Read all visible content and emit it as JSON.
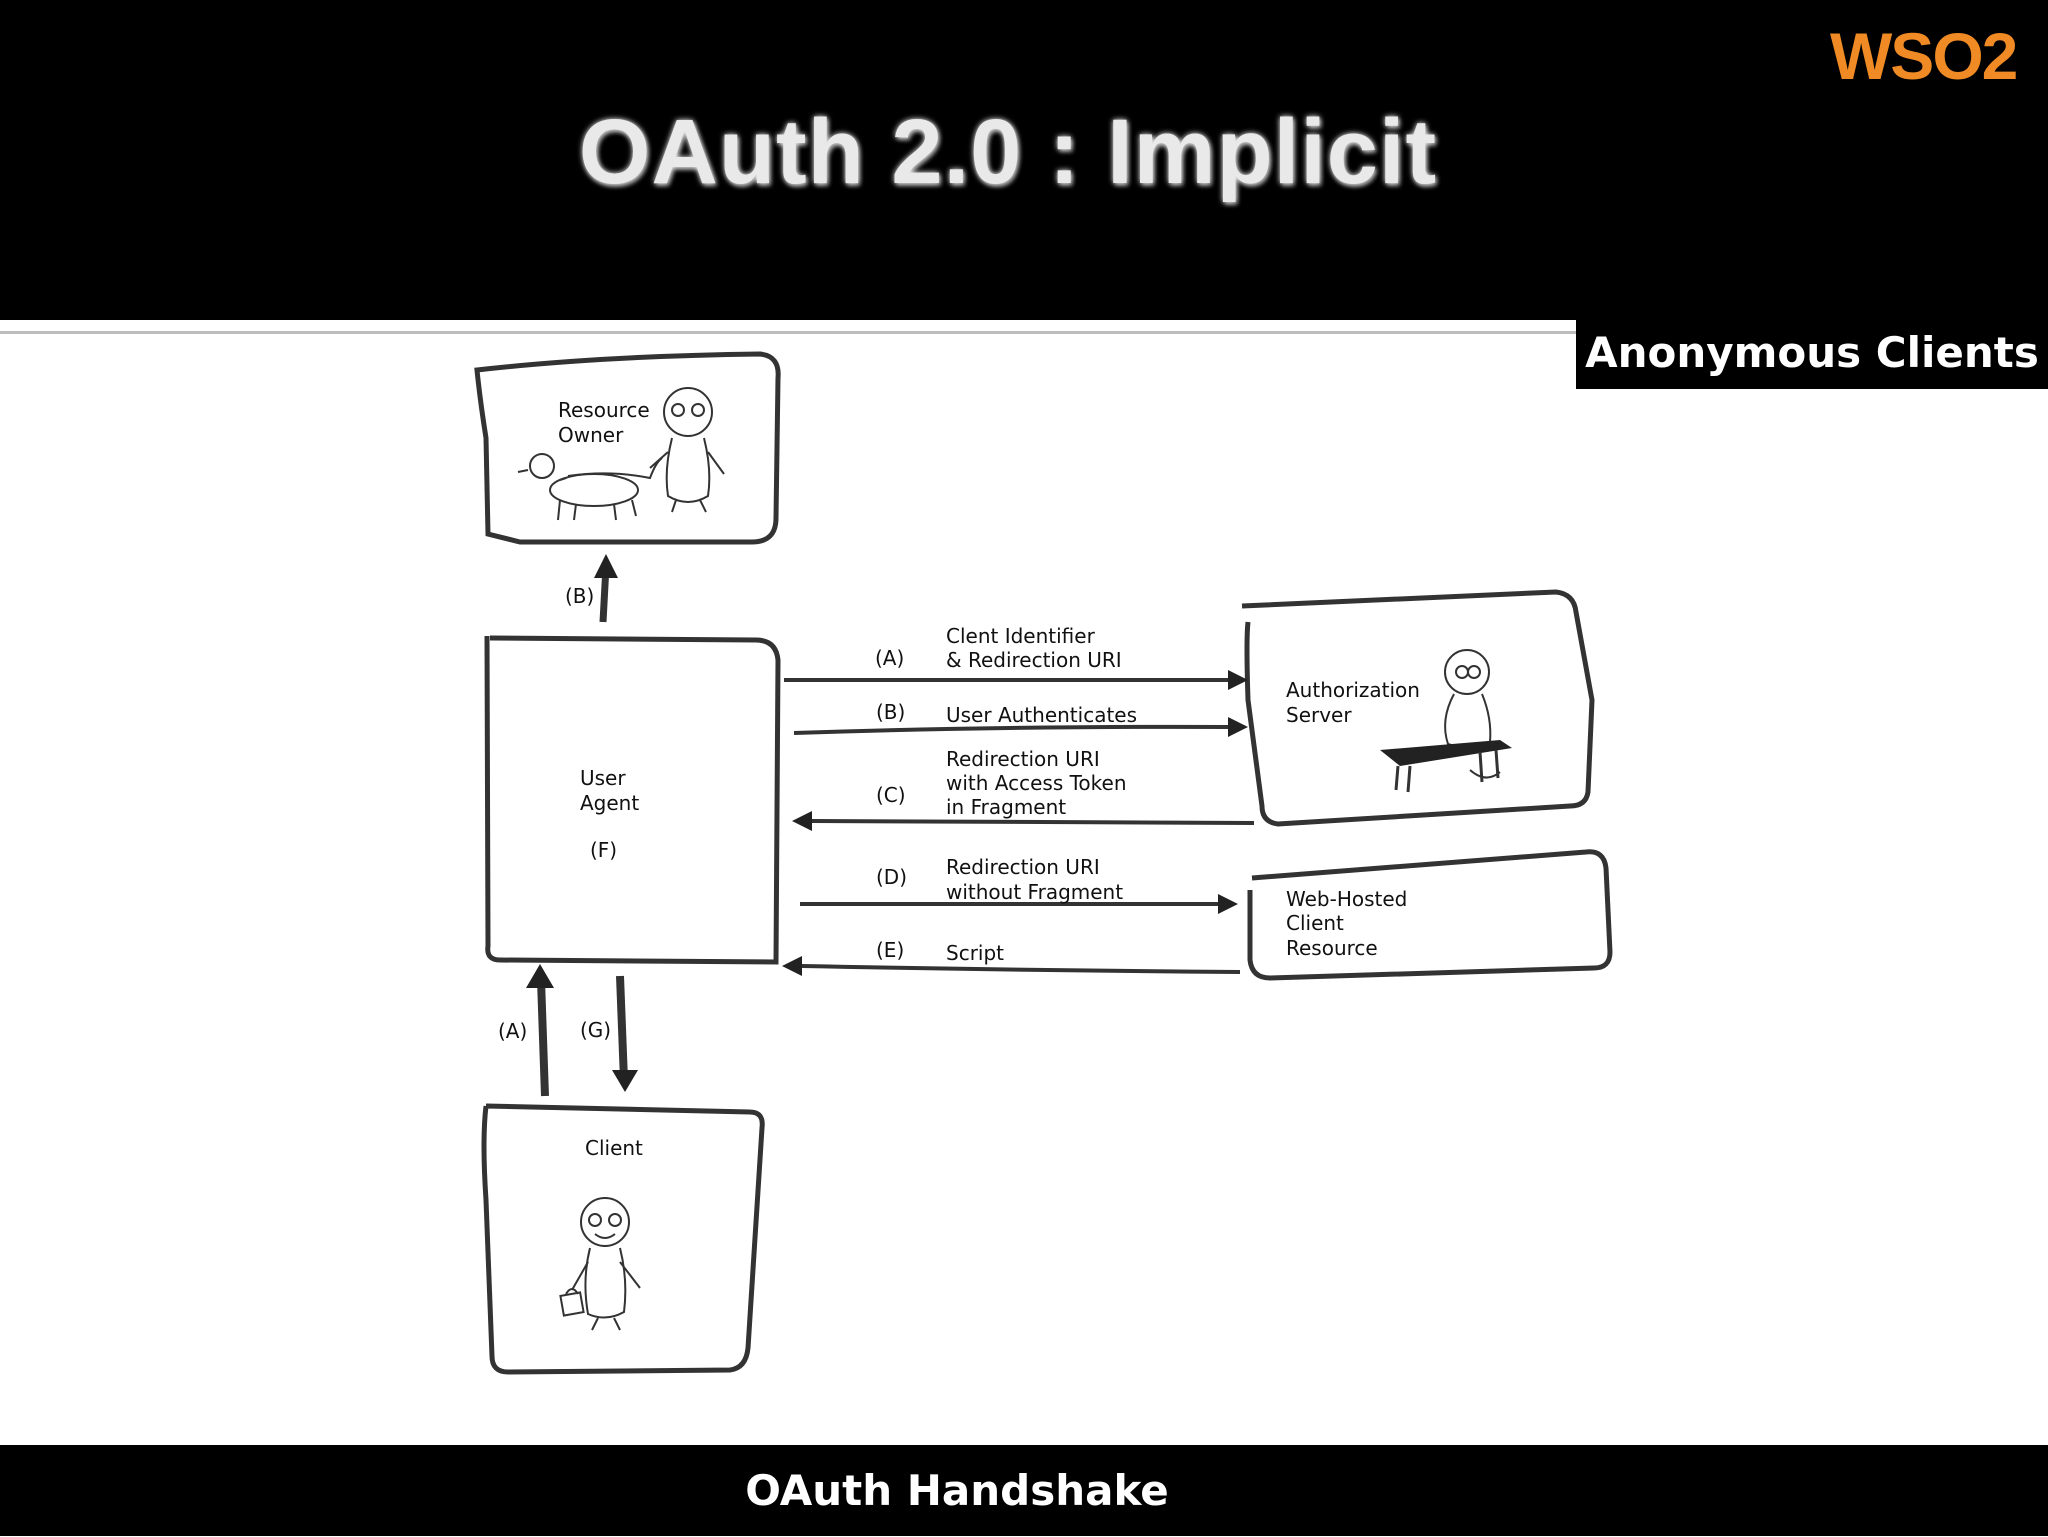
{
  "slide": {
    "title": "OAuth 2.0 : Implicit",
    "logo": "WSO2",
    "badge": "Anonymous Clients",
    "footer": "OAuth Handshake"
  },
  "diagram": {
    "boxes": {
      "resource_owner": [
        "Resource",
        "Owner"
      ],
      "user_agent": [
        "User",
        "Agent"
      ],
      "user_agent_step": "(F)",
      "authorization_server": [
        "Authorization",
        "Server"
      ],
      "web_hosted": [
        "Web-Hosted",
        "Client",
        "Resource"
      ],
      "client": "Client"
    },
    "flows": {
      "b_up": "(B)",
      "a_up": "(A)",
      "g_down": "(G)",
      "a": {
        "step": "(A)",
        "lines": [
          "Clent Identifier",
          "& Redirection URI"
        ]
      },
      "b": {
        "step": "(B)",
        "lines": [
          "User Authenticates"
        ]
      },
      "c": {
        "step": "(C)",
        "lines": [
          "Redirection URI",
          "with Access Token",
          "in Fragment"
        ]
      },
      "d": {
        "step": "(D)",
        "lines": [
          "Redirection URI",
          "without Fragment"
        ]
      },
      "e": {
        "step": "(E)",
        "lines": [
          "Script"
        ]
      }
    }
  },
  "colors": {
    "header_bg": "#000000",
    "title": "#e9e9e9",
    "logo": "#f08a24",
    "stroke": "#333333"
  },
  "icons": [
    "wso2-logo-icon",
    "resource-owner-figure-icon",
    "dog-icon",
    "authorization-server-figure-icon",
    "desk-icon",
    "client-figure-icon",
    "bag-icon"
  ]
}
